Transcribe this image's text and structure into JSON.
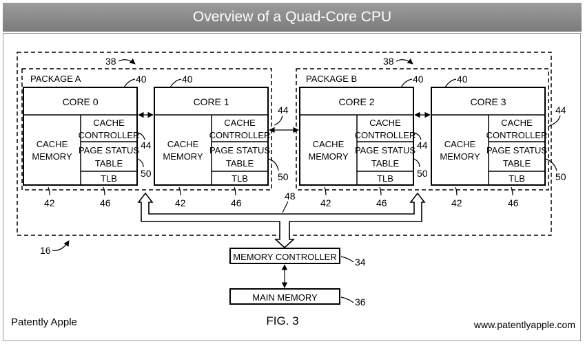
{
  "header": {
    "title": "Overview of a Quad-Core CPU"
  },
  "packages": [
    {
      "label": "PACKAGE A",
      "ref": "38"
    },
    {
      "label": "PACKAGE B",
      "ref": "38"
    }
  ],
  "cores": [
    {
      "name": "CORE 0",
      "ref": "40"
    },
    {
      "name": "CORE 1",
      "ref": "40"
    },
    {
      "name": "CORE 2",
      "ref": "40"
    },
    {
      "name": "CORE 3",
      "ref": "40"
    }
  ],
  "core_parts": {
    "cache_memory": [
      "CACHE",
      "MEMORY"
    ],
    "cache_controller": [
      "CACHE",
      "CONTROLLER"
    ],
    "page_status_table": [
      "PAGE STATUS",
      "TABLE"
    ],
    "tlb": "TLB"
  },
  "refs": {
    "cache_memory": "42",
    "tlb": "46",
    "cache_controller": "44",
    "page_status_table": "50",
    "bus": "48",
    "system": "16",
    "memory_controller": "34",
    "main_memory": "36"
  },
  "memory_controller": {
    "label": "MEMORY CONTROLLER"
  },
  "main_memory": {
    "label": "MAIN MEMORY"
  },
  "figure_label": "FIG. 3",
  "footer": {
    "left": "Patently Apple",
    "right": "www.patentlyapple.com"
  }
}
